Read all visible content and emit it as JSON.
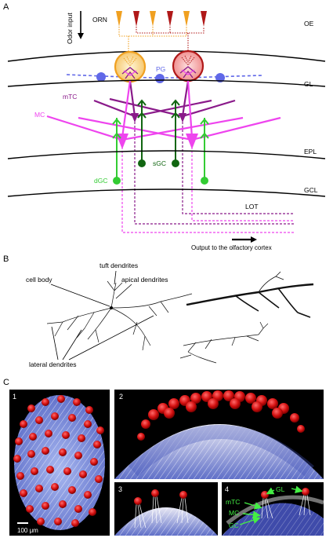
{
  "panel_letters": {
    "a": "A",
    "b": "B",
    "c": "C"
  },
  "panel_a": {
    "odor_input": "Odor input",
    "orn": "ORN",
    "pg": "PG",
    "mtc": "mTC",
    "mc": "MC",
    "sgc": "sGC",
    "dgc": "dGC",
    "lot": "LOT",
    "output": "Output to the olfactory cortex",
    "layers": {
      "oe": "OE",
      "gl": "GL",
      "epl": "EPL",
      "gcl": "GCL"
    }
  },
  "panel_b": {
    "tuft": "tuft dendrites",
    "cell_body": "cell body",
    "apical": "apical dendrites",
    "lateral": "lateral dendrites"
  },
  "panel_c": {
    "sub1": "1",
    "sub2": "2",
    "sub3": "3",
    "sub4": "4",
    "scale_bar": "100 μm",
    "gl": "GL",
    "mtc": "mTC",
    "mc": "MC",
    "gc": "GC"
  },
  "colors": {
    "orn_orange": "#f0a020",
    "orn_red": "#b01818",
    "pg_blue": "#6068e8",
    "mtc_purple": "#8a1a8a",
    "mc_magenta": "#ee44ee",
    "sgc_darkgreen": "#116611",
    "dgc_green": "#33cc33"
  }
}
